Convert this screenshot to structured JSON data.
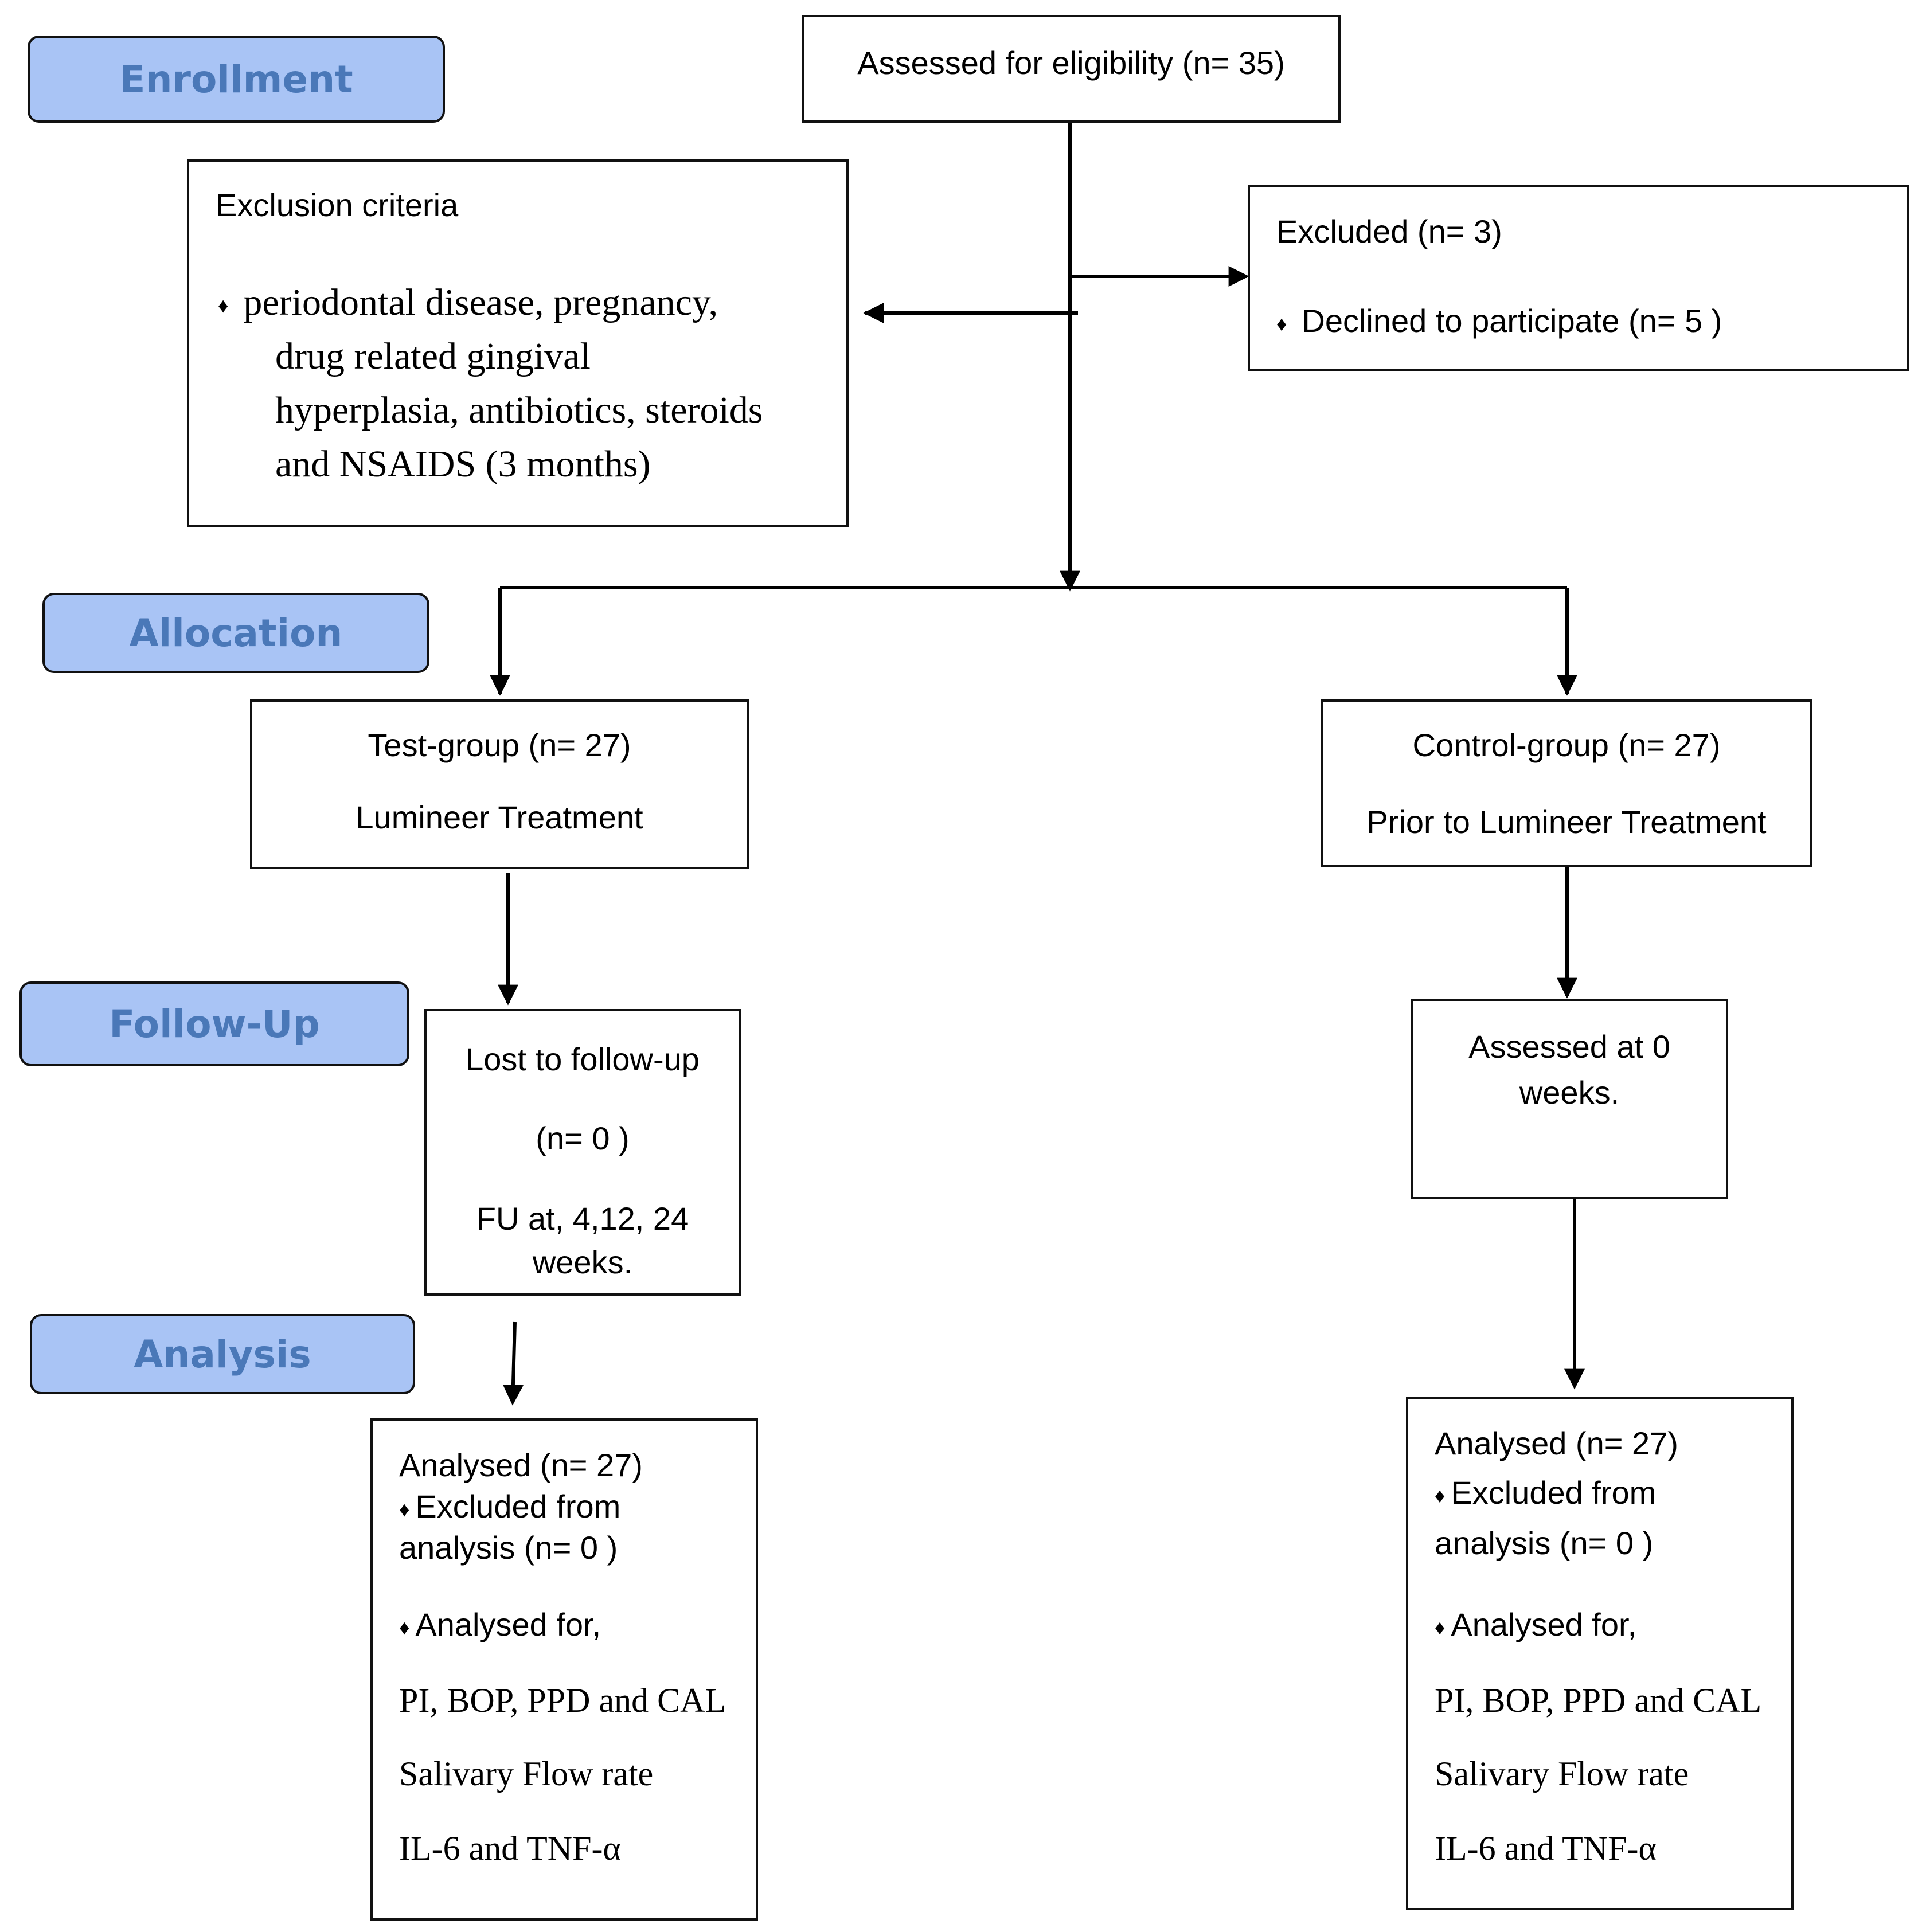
{
  "stages": {
    "enrollment": "Enrollment",
    "allocation": "Allocation",
    "follow_up": "Follow-Up",
    "analysis": "Analysis"
  },
  "assessed": {
    "text": "Assessed for eligibility (n= 35)"
  },
  "exclusion_criteria": {
    "title": "Exclusion criteria",
    "bullet": "♦",
    "lines": [
      "periodontal disease, pregnancy,",
      "drug related gingival",
      "hyperplasia, antibiotics, steroids",
      "and NSAIDS (3 months)"
    ]
  },
  "excluded": {
    "title": "Excluded (n= 3)",
    "bullet": "♦",
    "item": "Declined to participate (n= 5 )"
  },
  "test_group": {
    "title": "Test-group (n= 27)",
    "subtitle": "Lumineer Treatment"
  },
  "control_group": {
    "title": "Control-group (n= 27)",
    "subtitle": "Prior to Lumineer Treatment"
  },
  "test_follow_up": {
    "line1": "Lost to follow-up",
    "line2": "(n= 0 )",
    "line3": "FU at, 4,12, 24",
    "line4": "weeks."
  },
  "control_follow_up": {
    "line1": "Assessed at 0",
    "line2": "weeks."
  },
  "test_analysis": {
    "analysed": "Analysed (n= 27)",
    "bullet": "♦",
    "excluded_line1": "Excluded from",
    "excluded_line2": "analysis (n= 0 )",
    "analysed_for": "Analysed for,",
    "items": [
      "PI, BOP, PPD and CAL",
      "Salivary Flow rate",
      "IL-6 and TNF-α"
    ]
  },
  "control_analysis": {
    "analysed": "Analysed (n= 27)",
    "bullet": "♦",
    "excluded_line1": "Excluded from",
    "excluded_line2": "analysis (n= 0 )",
    "analysed_for": "Analysed for,",
    "items": [
      "PI, BOP, PPD and CAL",
      "Salivary Flow rate",
      "IL-6 and TNF-α"
    ]
  }
}
